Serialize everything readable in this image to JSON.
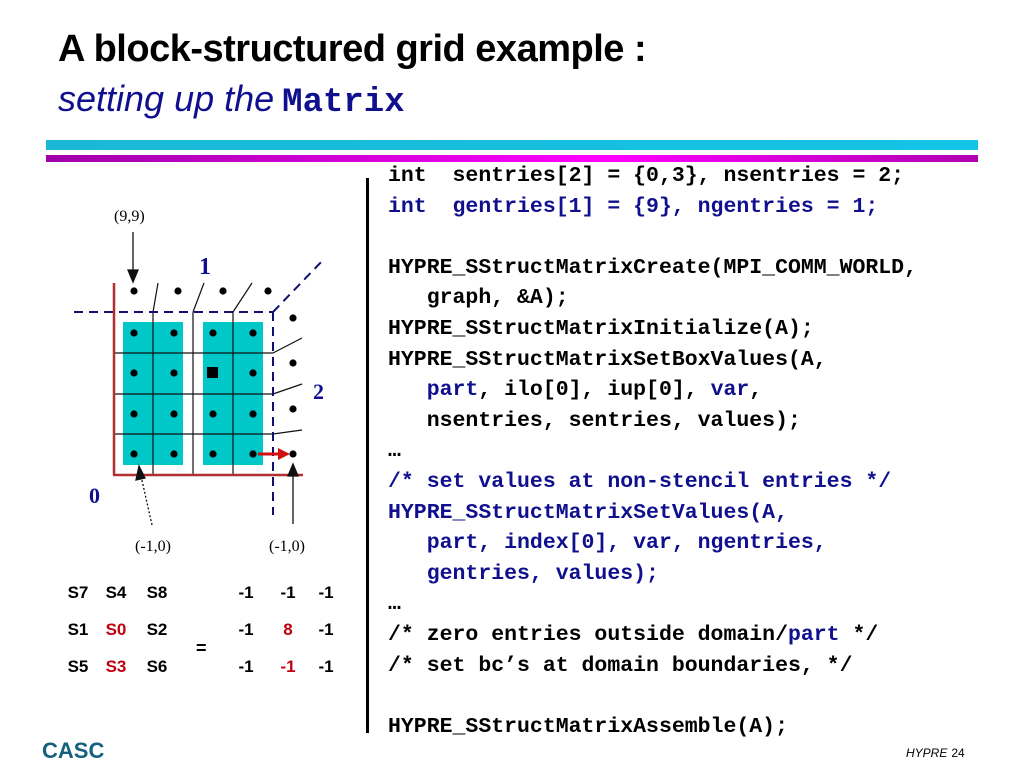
{
  "slide": {
    "title": "A block-structured grid example :",
    "subtitle_italic": "setting up the",
    "subtitle_code": "Matrix",
    "footer_brand": "CASC",
    "footer_label": "HYPRE",
    "page_number": "24"
  },
  "diagram": {
    "label_top_point": "(9,9)",
    "part_labels": [
      "0",
      "1",
      "2"
    ],
    "label_bottom_left": "(-1,0)",
    "label_bottom_right": "(-1,0)",
    "colors": {
      "part_label": "#10108f",
      "cyan_box": "#00c8c8",
      "boundary_red": "#b03030",
      "arrow_red": "#d01010",
      "dashed_blue": "#10106f"
    }
  },
  "stencil": {
    "left_matrix": [
      [
        "S7",
        "S4",
        "S8"
      ],
      [
        "S1",
        "S0",
        "S2"
      ],
      [
        "S5",
        "S3",
        "S6"
      ]
    ],
    "left_highlight": [
      [
        false,
        false,
        false
      ],
      [
        false,
        true,
        false
      ],
      [
        false,
        true,
        false
      ]
    ],
    "equals": "=",
    "right_matrix": [
      [
        "-1",
        "-1",
        "-1"
      ],
      [
        "-1",
        "8",
        "-1"
      ],
      [
        "-1",
        "-1",
        "-1"
      ]
    ],
    "right_highlight": [
      [
        false,
        false,
        false
      ],
      [
        false,
        true,
        false
      ],
      [
        false,
        true,
        false
      ]
    ],
    "highlight_color": "#c0000f"
  },
  "code": {
    "lines": [
      [
        {
          "t": "int  sentries[2] = {0,3}, nsentries = 2;",
          "c": "black"
        }
      ],
      [
        {
          "t": "int  gentries[1] = {9}, ngentries = 1;",
          "c": "blue"
        }
      ],
      [
        {
          "t": "",
          "c": "black"
        }
      ],
      [
        {
          "t": "HYPRE_SStructMatrixCreate(MPI_COMM_WORLD,",
          "c": "black"
        }
      ],
      [
        {
          "t": "   graph, &A);",
          "c": "black"
        }
      ],
      [
        {
          "t": "HYPRE_SStructMatrixInitialize(A);",
          "c": "black"
        }
      ],
      [
        {
          "t": "HYPRE_SStructMatrixSetBoxValues(A,",
          "c": "black"
        }
      ],
      [
        {
          "t": "   ",
          "c": "black"
        },
        {
          "t": "part",
          "c": "blue"
        },
        {
          "t": ", ilo[0], iup[0], ",
          "c": "black"
        },
        {
          "t": "var",
          "c": "blue"
        },
        {
          "t": ",",
          "c": "black"
        }
      ],
      [
        {
          "t": "   nsentries, sentries, values);",
          "c": "black"
        }
      ],
      [
        {
          "t": "…",
          "c": "black"
        }
      ],
      [
        {
          "t": "/* set values at non-stencil entries */",
          "c": "blue"
        }
      ],
      [
        {
          "t": "HYPRE_SStructMatrixSetValues(A,",
          "c": "blue"
        }
      ],
      [
        {
          "t": "   part, index[0], var, ngentries,",
          "c": "blue"
        }
      ],
      [
        {
          "t": "   gentries, values);",
          "c": "blue"
        }
      ],
      [
        {
          "t": "…",
          "c": "black"
        }
      ],
      [
        {
          "t": "/* zero entries outside domain/",
          "c": "black"
        },
        {
          "t": "part",
          "c": "blue"
        },
        {
          "t": " */",
          "c": "black"
        }
      ],
      [
        {
          "t": "/* set bc’s at domain boundaries, */",
          "c": "black"
        }
      ],
      [
        {
          "t": "",
          "c": "black"
        }
      ],
      [
        {
          "t": "HYPRE_SStructMatrixAssemble(A);",
          "c": "black"
        }
      ]
    ]
  }
}
